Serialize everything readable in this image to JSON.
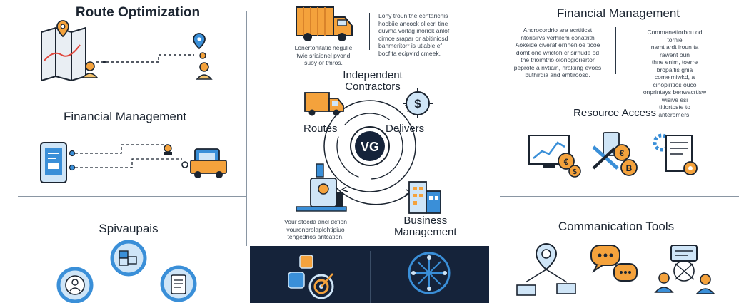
{
  "colors": {
    "orange": "#f4a23c",
    "blue": "#3a8fd8",
    "light_blue": "#cfe5f7",
    "navy": "#1b2430",
    "dark_panel": "#15233a"
  },
  "left": {
    "route_title": "Route Optimization",
    "fin_title": "Financial Management",
    "third_title": "Spivaupais"
  },
  "center": {
    "truck_caption": "Lonertonitatic negulie\ntwie sriaionel pvond\nsuoy or tmros.",
    "truck_text": "Lony troun the ecntaricnis\nhoobiie ancock oliecrl tine\nduvma vorlag inoriok anlof\ncirnce srapar or abitiniosd\nbanmeritorr is utiable ef\nbocf ta ecipvird cmeek.",
    "hub_title": "Independent\nContractors",
    "hub_logo": "VG",
    "routes_label": "Routes",
    "delivers_label": "Delivers",
    "business_label": "Business\nManagement",
    "bottom_caption": "Vour stocda ancl dcfion\nvouronbrolaplohtipiuo\ntengedrios aritcation."
  },
  "right": {
    "fin_title": "Financial Management",
    "fin_text_left": "Ancrocordrio are ecrtiticst\nntorisirvs verhilem conatrith\nAokeide civeraf ernnenioe ticoe\ndomt one wrictoh cr sirnude od\nthe trioimtrio olonogioriertor\npeprote a nvtiain, nrakiing evoes\nbuthirdia and emtiroosd.",
    "fin_text_right": "Commanetiorbou od tornie\nnamt ardt iroun ta rawent oun\nthne enim, toerre bropaitis ghia\ncomeimiwkd, a cinopiritios ouco\nonprintays benwacrtisw wisive esi\ntitiortoste to anteromers.",
    "resource_title": "Resource Access",
    "comm_title": "Commanication Tools"
  }
}
